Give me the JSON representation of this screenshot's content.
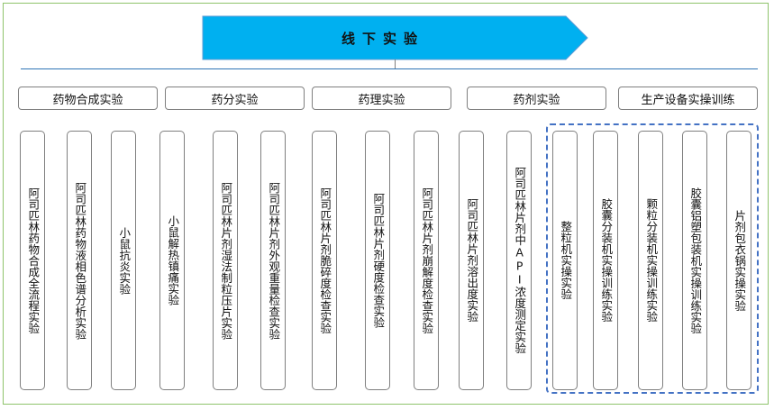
{
  "banner": {
    "title": "线下实验",
    "fill_color": "#00b0f0"
  },
  "categories": [
    {
      "label": "药物合成实验"
    },
    {
      "label": "药分实验"
    },
    {
      "label": "药理实验"
    },
    {
      "label": "药剂实验"
    },
    {
      "label": "生产设备实操训练"
    }
  ],
  "experiments": [
    {
      "label": "阿司匹林药物合成全流程实验"
    },
    {
      "label": "阿司匹林药物液相色谱分析实验"
    },
    {
      "label": "小鼠抗炎实验"
    },
    {
      "label": "小鼠解热镇痛实验"
    },
    {
      "label": "阿司匹林片剂湿法制粒压片实验"
    },
    {
      "label": "阿司匹林片剂外观重量检查实验"
    },
    {
      "label": "阿司匹林片剂脆碎度检查实验"
    },
    {
      "label": "阿司匹林片剂硬度检查实验"
    },
    {
      "label": "阿司匹林片剂崩解度检查实验"
    },
    {
      "label": "阿司匹林片剂溶出度实验"
    },
    {
      "label": "阿司匹林片剂中API浓度测定实验"
    },
    {
      "label": "整粒机实操实验"
    },
    {
      "label": "胶囊分装机实操训练实验"
    },
    {
      "label": "颗粒分装机实操训练实验"
    },
    {
      "label": "胶囊铝塑包装机实操训练实验"
    },
    {
      "label": "片剂包衣锅实操实验"
    }
  ],
  "colors": {
    "frame": "#8fc36b",
    "connector": "#2e75b6",
    "group_dash": "#4472c4"
  }
}
